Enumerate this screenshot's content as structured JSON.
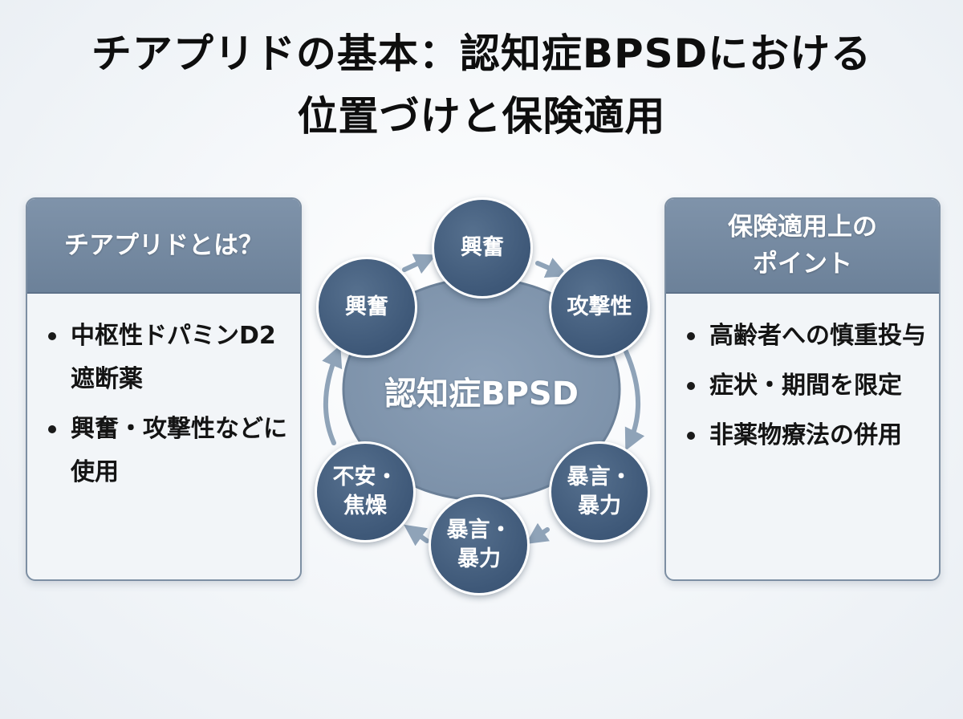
{
  "title": {
    "line1": "チアプリドの基本：認知症BPSDにおける",
    "line2": "位置づけと保険適用"
  },
  "left_panel": {
    "header": "チアプリドとは？",
    "bullets": [
      "中枢性ドパミンD2遮断薬",
      "興奮・攻撃性などに使用"
    ]
  },
  "right_panel": {
    "header": "保険適用上の\nポイント",
    "bullets": [
      "高齢者への慎重投与",
      "症状・期間を限定",
      "非薬物療法の併用"
    ]
  },
  "cycle": {
    "center": "認知症BPSD",
    "nodes": [
      {
        "label": "興奮"
      },
      {
        "label": "攻撃性"
      },
      {
        "label": "暴言・\n暴力"
      },
      {
        "label": "暴言・\n暴力"
      },
      {
        "label": "不安・\n焦燥"
      },
      {
        "label": "興奮"
      }
    ]
  },
  "colors": {
    "node_fill": "#3e5878",
    "center_fill": "#8398b0",
    "panel_header": "#7589a0",
    "arrow": "#8fa3b8"
  }
}
